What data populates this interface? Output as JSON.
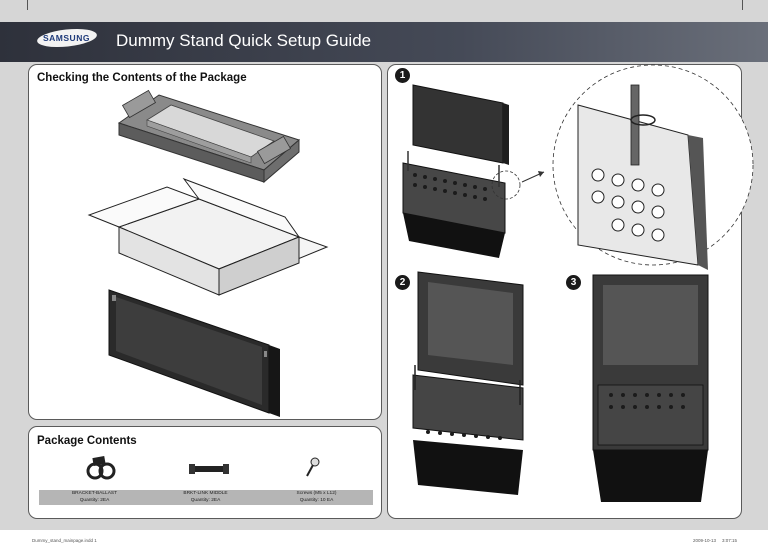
{
  "header": {
    "brand": "SAMSUNG",
    "title": "Dummy Stand Quick Setup Guide"
  },
  "checking": {
    "heading": "Checking the Contents of the Package"
  },
  "steps": [
    {
      "number": "1"
    },
    {
      "number": "2"
    },
    {
      "number": "3"
    }
  ],
  "package_contents": {
    "heading": "Package Contents",
    "items": [
      {
        "name": "BRACKET-BALLAST",
        "quantity": "Quantity: 2EA",
        "icon": "bracket-ballast-icon"
      },
      {
        "name": "BRKT-LINK MIDDLE",
        "quantity": "Quantity: 2EA",
        "icon": "brkt-link-middle-icon"
      },
      {
        "name": "Screws (M5 x L12)",
        "quantity": "Quantity: 10 EA",
        "icon": "screw-icon"
      }
    ]
  },
  "footer": {
    "filename": "Dummy_stand_mainpage.indd   1",
    "date": "2009-10-13",
    "time": "3:07:15"
  },
  "colors": {
    "header_band": "#3f4350",
    "panel_border": "#5a5a5a",
    "contents_bar": "#b5b5b5",
    "background": "#d6d6d6"
  }
}
